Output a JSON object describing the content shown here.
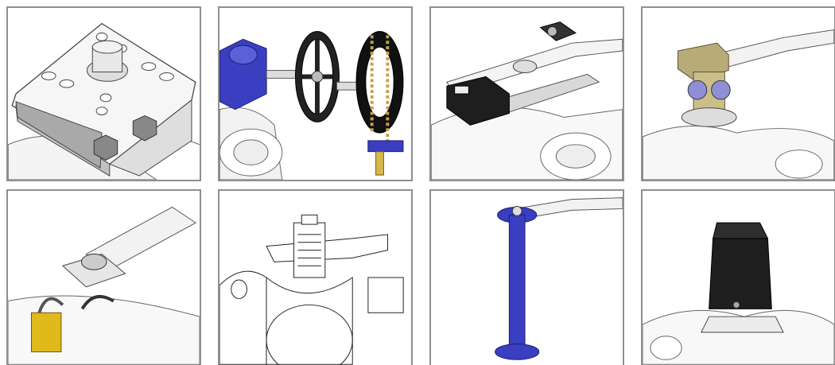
{
  "gallery": {
    "tiles": [
      {
        "subject": "mounting-bracket"
      },
      {
        "subject": "gear-operator-with-handwheel-and-chainwheel"
      },
      {
        "subject": "limit-switch-box"
      },
      {
        "subject": "spring-return-lever-head"
      },
      {
        "subject": "padlock-device"
      },
      {
        "subject": "valve-section-cutaway"
      },
      {
        "subject": "stem-extension"
      },
      {
        "subject": "square-key-cap"
      }
    ],
    "colors": {
      "accent_blue": "#3a3ec0",
      "line": "#555555",
      "metal": "#c9c9c9",
      "dark_part": "#1e1e1e",
      "brass": "#b7ab78",
      "padlock": "#e0b91c",
      "frame": "#8f8f8f"
    }
  }
}
